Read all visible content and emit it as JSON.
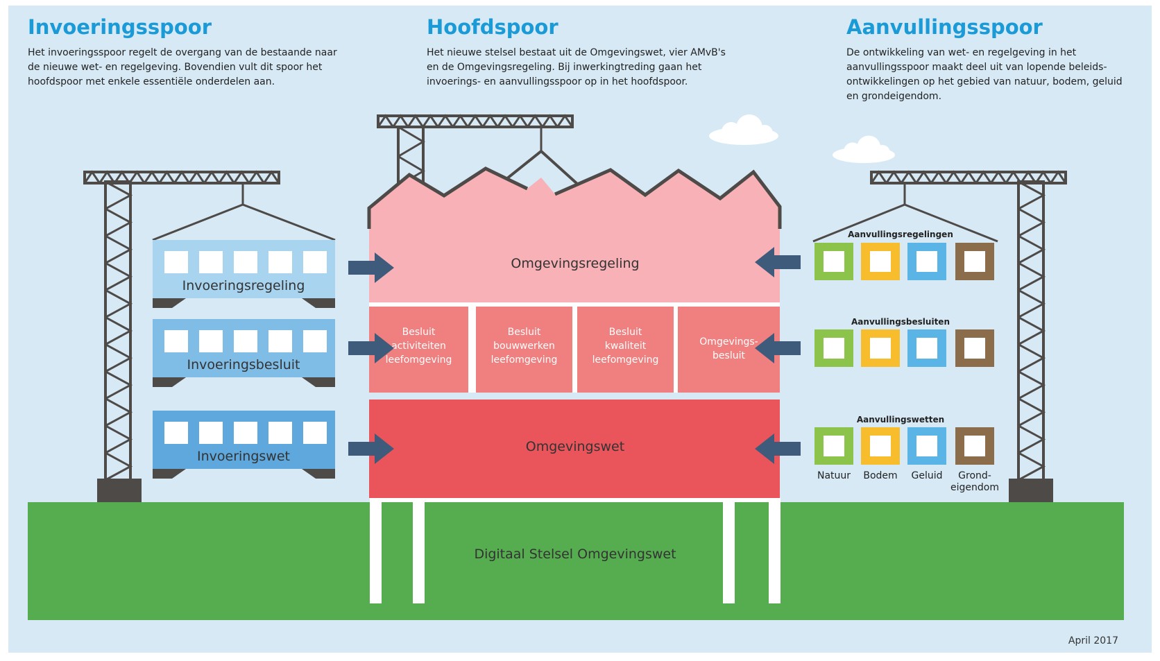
{
  "columns": {
    "left": {
      "heading": "Invoeringsspoor",
      "text": "Het invoeringsspoor regelt de overgang van de bestaande naar de nieuwe wet- en regelgeving. Bovendien vult dit spoor het hoofdspoor met enkele essentiële onderdelen aan."
    },
    "center": {
      "heading": "Hoofdspoor",
      "text": "Het nieuwe stelsel bestaat uit de Omgevingswet, vier AMvB's en de Omgevingsregeling. Bij inwerkingtreding gaan het invoerings- en aanvullingsspoor op in het hoofdspoor."
    },
    "right": {
      "heading": "Aanvullingsspoor",
      "text": "De ontwikkeling van wet- en regelgeving in het aanvullingsspoor maakt deel uit van lopende beleids-ontwikkelingen op het gebied van natuur, bodem, geluid en grondeigendom."
    }
  },
  "invoering_wagons": [
    "Invoeringsregeling",
    "Invoeringsbesluit",
    "Invoeringswet"
  ],
  "building": {
    "top": "Omgevingsregeling",
    "besluiten": [
      [
        "Besluit",
        "activiteiten",
        "leefomgeving"
      ],
      [
        "Besluit",
        "bouwwerken",
        "leefomgeving"
      ],
      [
        "Besluit",
        "kwaliteit",
        "leefomgeving"
      ],
      [
        "Omgevings-",
        "besluit"
      ]
    ],
    "bottom": "Omgevingswet"
  },
  "aanvulling_groups": [
    "Aanvullingsregelingen",
    "Aanvullingsbesluiten",
    "Aanvullingswetten"
  ],
  "themes": [
    {
      "label": [
        "Natuur"
      ],
      "color": "#8cc34a"
    },
    {
      "label": [
        "Bodem"
      ],
      "color": "#f7bd2d"
    },
    {
      "label": [
        "Geluid"
      ],
      "color": "#5ab4e5"
    },
    {
      "label": [
        "Grond-",
        "eigendom"
      ],
      "color": "#8b6d4c"
    }
  ],
  "foundation": "Digitaal Stelsel Omgevingswet",
  "date": "April 2017",
  "colors": {
    "sky": "#d6e9f5",
    "ground": "#56ad4f",
    "crane": "#4d4a48",
    "arrow": "#3f5b7c",
    "wagon_top": "#a9d4ef",
    "wagon_mid": "#7fbde6",
    "wagon_bottom": "#5ea8dd",
    "roof": "#f8b1b6",
    "middle": "#f07f7f",
    "base": "#e9555b",
    "heading": "#1a9ad6"
  }
}
